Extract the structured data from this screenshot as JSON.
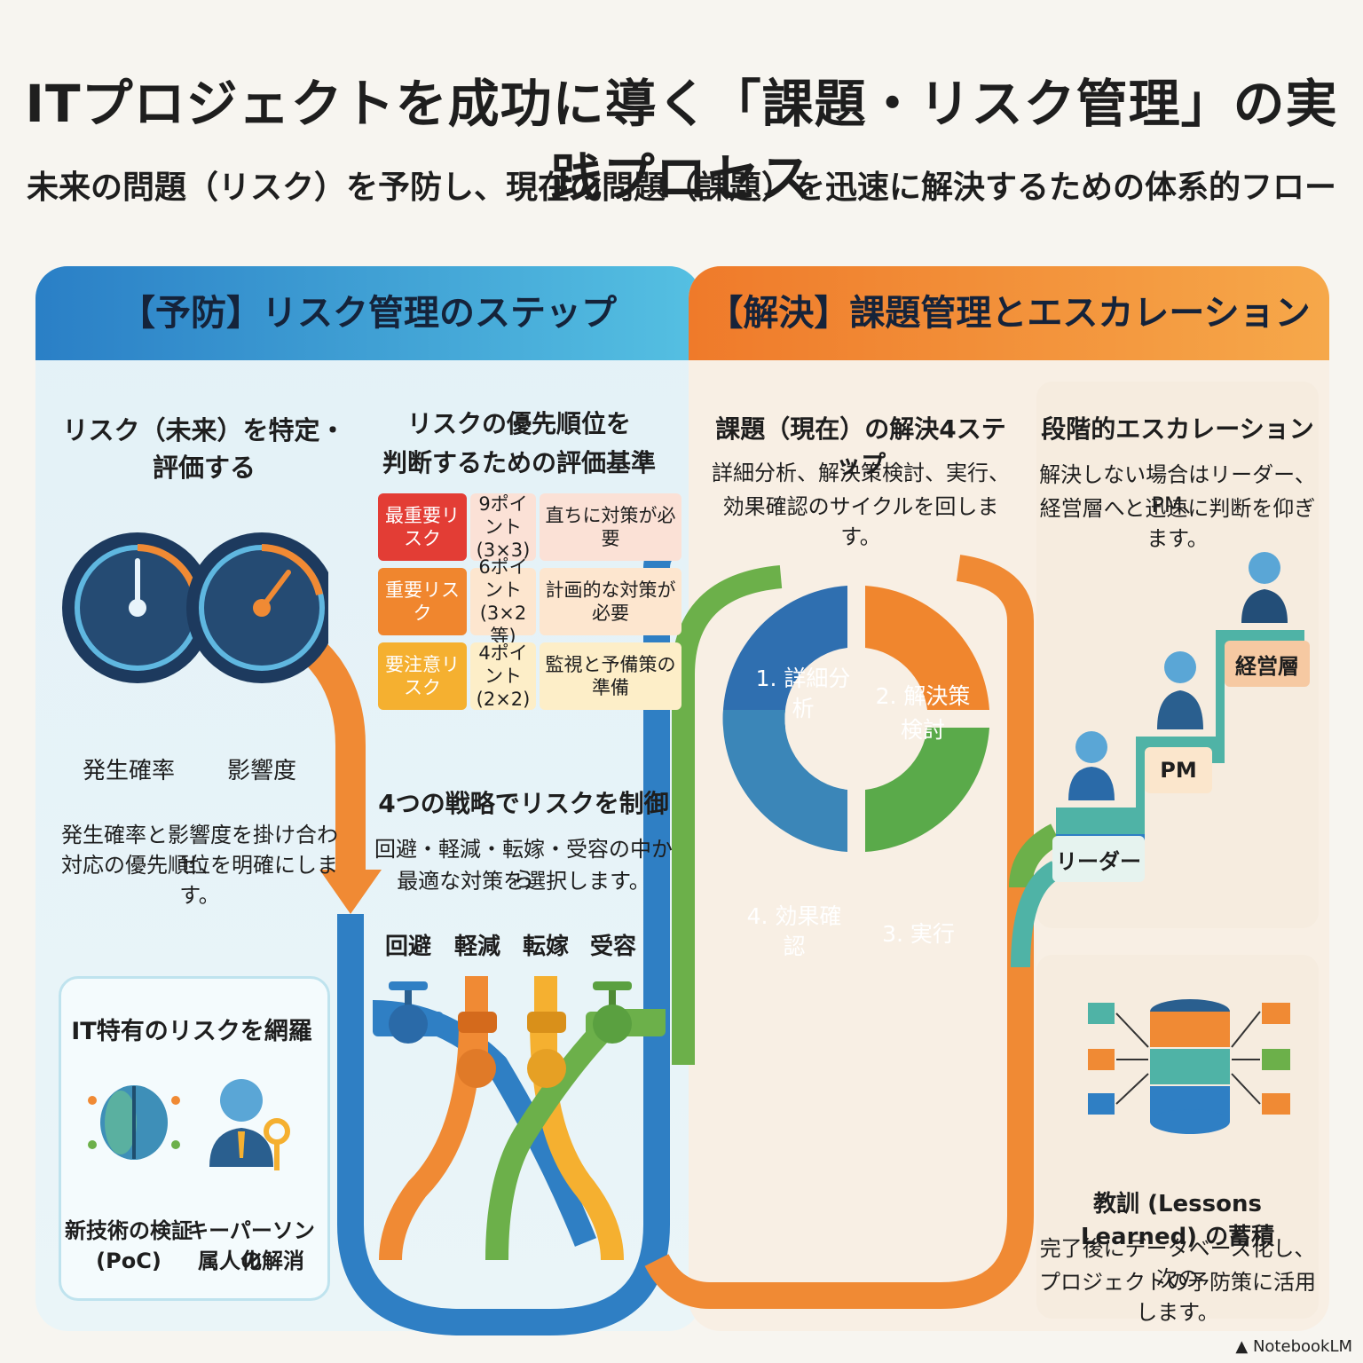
{
  "title": "ITプロジェクトを成功に導く「課題・リスク管理」の実践プロセス",
  "subtitle": "未来の問題（リスク）を予防し、現在の問題（課題）を迅速に解決するための体系的フロー",
  "left": {
    "header": "【予防】リスク管理のステップ",
    "identify": {
      "heading": "リスク（未来）を特定・評価する",
      "gauge1": "発生確率",
      "gauge2": "影響度",
      "desc1": "発生確率と影響度を掛け合わせ、",
      "desc2": "対応の優先順位を明確にします。"
    },
    "criteria": {
      "heading1": "リスクの優先順位を",
      "heading2": "判断するための評価基準",
      "rows": [
        {
          "level": "最重要リスク",
          "points": "9ポイント",
          "formula": "(3×3)",
          "action": "直ちに対策が必要",
          "color": "#e33d35"
        },
        {
          "level": "重要リスク",
          "points": "6ポイント",
          "formula": "(3×2等)",
          "action": "計画的な対策が必要",
          "color": "#f0862e"
        },
        {
          "level": "要注意リスク",
          "points": "4ポイント",
          "formula": "(2×2)",
          "action": "監視と予備策の準備",
          "color": "#f5b030"
        }
      ]
    },
    "strategy": {
      "heading": "4つの戦略でリスクを制御",
      "desc1": "回避・軽減・転嫁・受容の中から",
      "desc2": "最適な対策を選択します。",
      "labels": [
        "回避",
        "軽減",
        "転嫁",
        "受容"
      ]
    },
    "it_box": {
      "heading": "IT特有のリスクを網羅",
      "item1_line1": "新技術の検証",
      "item1_line2": "(PoC)",
      "item2_line1": "キーパーソンの",
      "item2_line2": "属人化解消"
    }
  },
  "right": {
    "header": "【解決】課題管理とエスカレーション",
    "steps": {
      "heading": "課題（現在）の解決4ステップ",
      "desc1": "詳細分析、解決策検討、実行、",
      "desc2": "効果確認のサイクルを回します。",
      "cycle": [
        "1. 詳細分析",
        "2. 解決策",
        "検討",
        "3. 実行",
        "4. 効果確認"
      ]
    },
    "escalation": {
      "heading": "段階的エスカレーション",
      "desc1": "解決しない場合はリーダー、PM、",
      "desc2": "経営層へと迅速に判断を仰ぎます。",
      "levels": [
        "リーダー",
        "PM",
        "経営層"
      ]
    },
    "lessons": {
      "heading": "教訓 (Lessons Learned) の蓄積",
      "desc1": "完了後にデータベース化し、次の",
      "desc2": "プロジェクトの予防策に活用します。"
    }
  },
  "watermark": "NotebookLM",
  "colors": {
    "blue": "#2a7fc6",
    "orange": "#ef7a2a",
    "green": "#6cb04a",
    "yellow": "#f5b030",
    "teal": "#4fb3a6"
  }
}
